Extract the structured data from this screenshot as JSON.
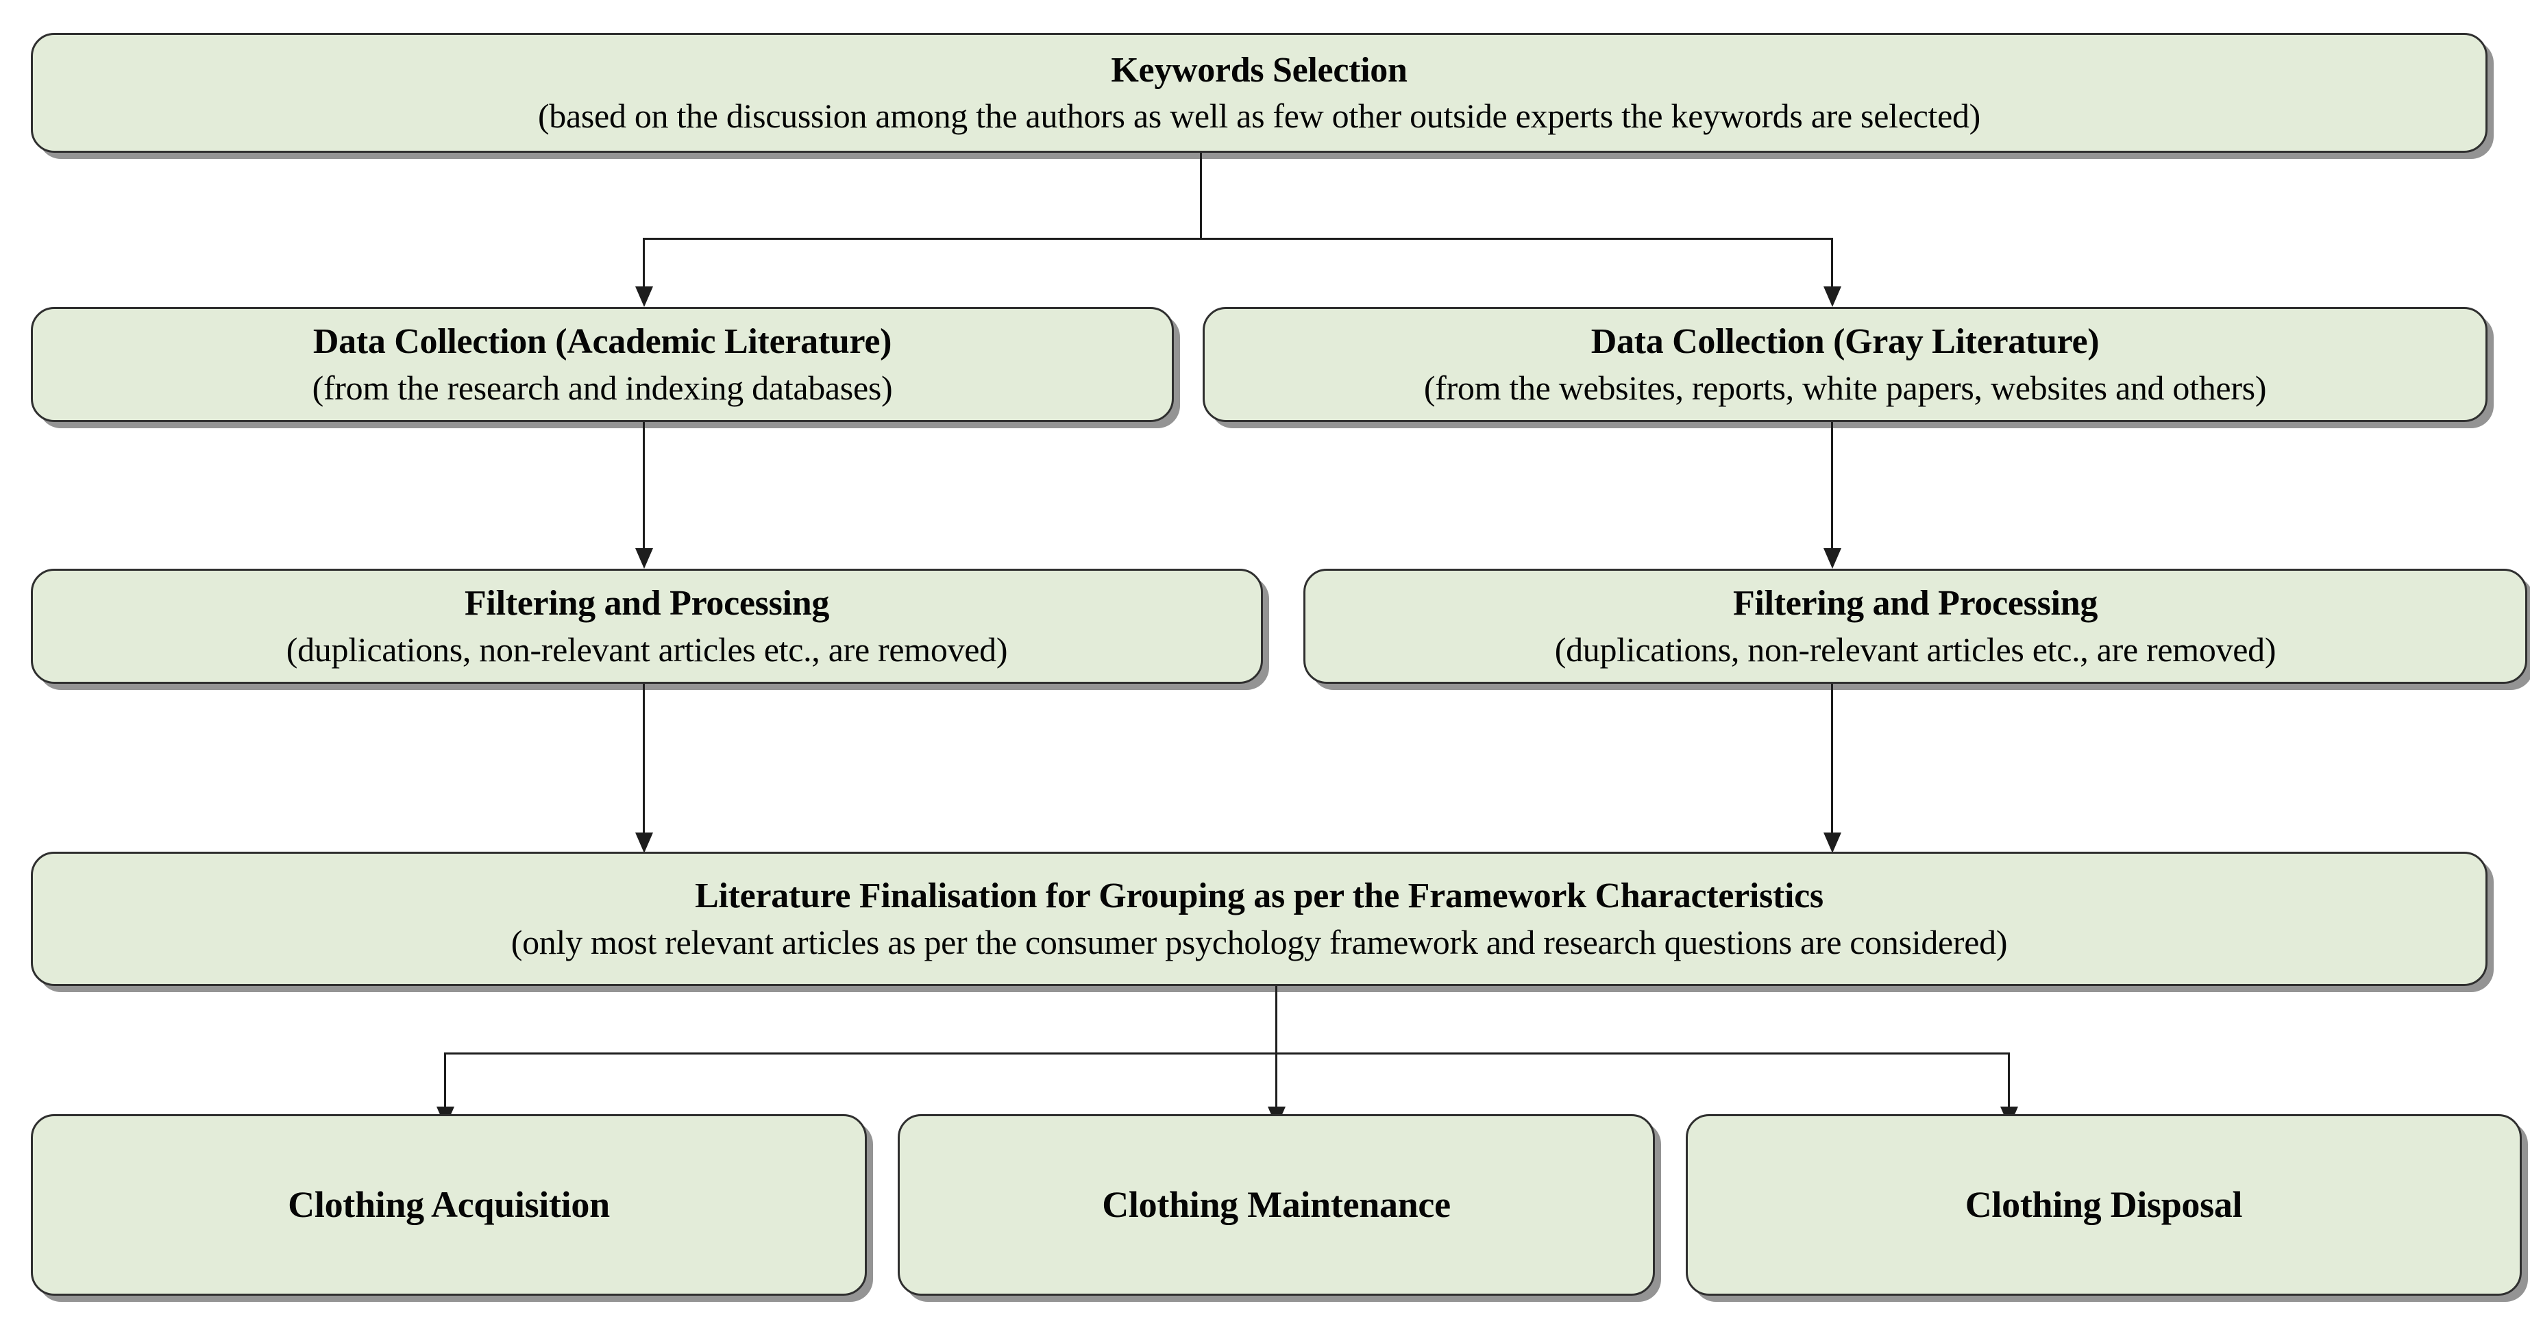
{
  "diagram": {
    "type": "flowchart",
    "orientation": "top-to-bottom",
    "style": {
      "node_fill": "#e3ecd9",
      "node_border": "#2f2f2f",
      "connector_color": "#1d1d1d",
      "text_color": "#050505",
      "background": "#ffffff"
    },
    "nodes": [
      {
        "id": "keywords-selection",
        "title": "Keywords Selection",
        "subtitle": "(based on the discussion among the authors as well as few other outside experts the keywords are selected)"
      },
      {
        "id": "data-collection-academic",
        "title": "Data Collection (Academic Literature)",
        "subtitle": "(from the research and indexing databases)"
      },
      {
        "id": "data-collection-gray",
        "title": "Data Collection (Gray Literature)",
        "subtitle": "(from the websites, reports, white papers, websites and others)"
      },
      {
        "id": "filtering-processing-academic",
        "title": "Filtering and Processing",
        "subtitle": "(duplications, non-relevant articles etc., are removed)"
      },
      {
        "id": "filtering-processing-gray",
        "title": "Filtering and Processing",
        "subtitle": "(duplications, non-relevant articles etc., are removed)"
      },
      {
        "id": "literature-finalisation",
        "title": "Literature Finalisation for Grouping as per the Framework Characteristics",
        "subtitle": "(only most relevant articles as per the consumer psychology framework and research questions are considered)"
      },
      {
        "id": "clothing-acquisition",
        "title": "Clothing Acquisition",
        "subtitle": ""
      },
      {
        "id": "clothing-maintenance",
        "title": "Clothing Maintenance",
        "subtitle": ""
      },
      {
        "id": "clothing-disposal",
        "title": "Clothing Disposal",
        "subtitle": ""
      }
    ],
    "edges": [
      {
        "from": "keywords-selection",
        "to": "data-collection-academic"
      },
      {
        "from": "keywords-selection",
        "to": "data-collection-gray"
      },
      {
        "from": "data-collection-academic",
        "to": "filtering-processing-academic"
      },
      {
        "from": "data-collection-gray",
        "to": "filtering-processing-gray"
      },
      {
        "from": "filtering-processing-academic",
        "to": "literature-finalisation"
      },
      {
        "from": "filtering-processing-gray",
        "to": "literature-finalisation"
      },
      {
        "from": "literature-finalisation",
        "to": "clothing-acquisition"
      },
      {
        "from": "literature-finalisation",
        "to": "clothing-maintenance"
      },
      {
        "from": "literature-finalisation",
        "to": "clothing-disposal"
      }
    ]
  }
}
